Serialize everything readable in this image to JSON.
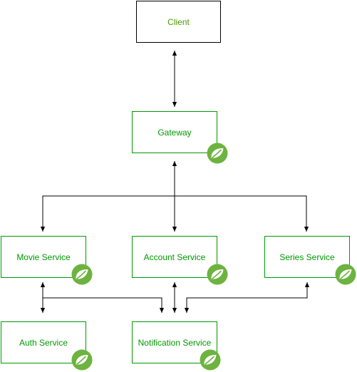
{
  "colors": {
    "box_border": "#009900",
    "client_border": "#000000",
    "text": "#009900",
    "client_text": "#4d9900",
    "edge": "#000000",
    "spring_logo": "#6db33f"
  },
  "nodes": {
    "client": {
      "label": "Client"
    },
    "gateway": {
      "label": "Gateway",
      "icon": "spring-leaf-icon"
    },
    "movie": {
      "label": "Movie Service",
      "icon": "spring-leaf-icon"
    },
    "account": {
      "label": "Account Service",
      "icon": "spring-leaf-icon"
    },
    "series": {
      "label": "Series Service",
      "icon": "spring-leaf-icon"
    },
    "auth": {
      "label": "Auth Service",
      "icon": "spring-leaf-icon"
    },
    "notification": {
      "label": "Notification Service",
      "icon": "spring-leaf-icon"
    }
  },
  "edges": [
    {
      "from": "client",
      "to": "gateway",
      "direction": "both"
    },
    {
      "from": "gateway",
      "to": "movie",
      "direction": "forward"
    },
    {
      "from": "gateway",
      "to": "account",
      "direction": "both"
    },
    {
      "from": "gateway",
      "to": "series",
      "direction": "forward"
    },
    {
      "from": "movie",
      "to": "auth",
      "direction": "both"
    },
    {
      "from": "movie",
      "to": "notification",
      "direction": "forward"
    },
    {
      "from": "account",
      "to": "notification",
      "direction": "both"
    },
    {
      "from": "series",
      "to": "notification",
      "direction": "both"
    }
  ]
}
